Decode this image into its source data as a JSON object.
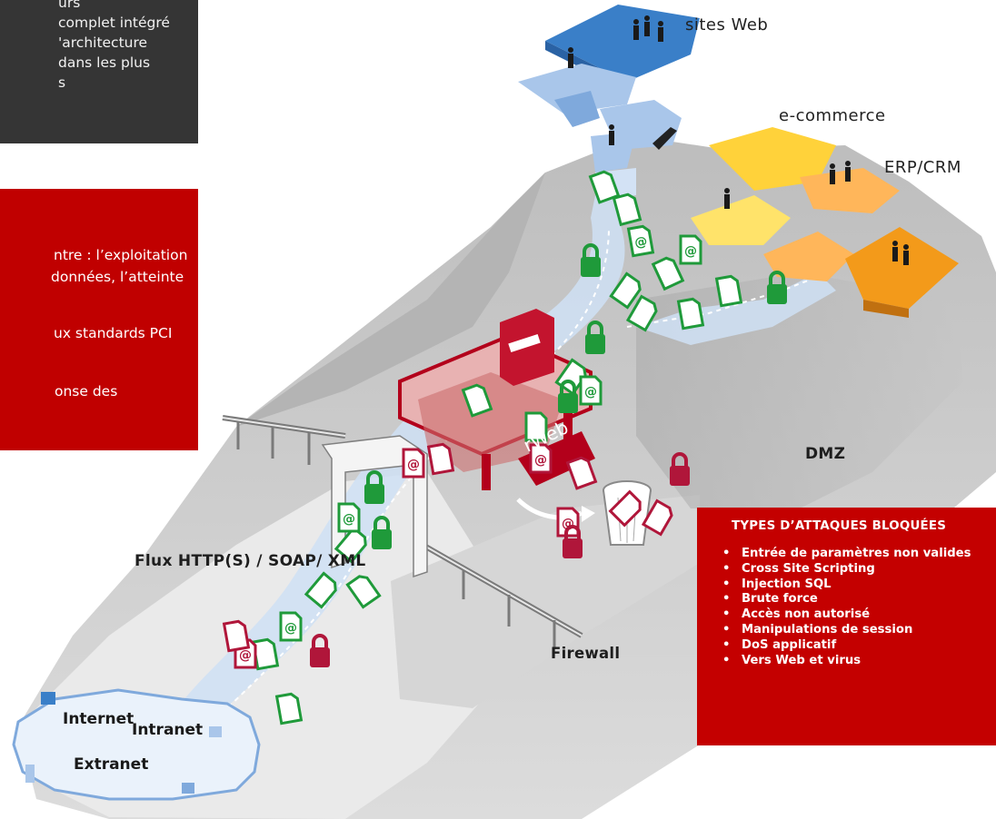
{
  "dark_box": {
    "lines": [
      "urs",
      "complet intégré",
      "'architecture",
      "dans les plus",
      "s"
    ]
  },
  "red_box": {
    "lines": [
      "ntre : l’exploitation",
      "données, l’atteinte",
      "ux standards PCI",
      "onse des"
    ]
  },
  "labels": {
    "sites_web": "sites Web",
    "ecommerce": "e-commerce",
    "erp_crm": "ERP/CRM",
    "dmz": "DMZ",
    "flux": "Flux HTTP(S) / SOAP/ XML",
    "firewall": "Firewall",
    "rweb": "rWeb",
    "internet": "Internet",
    "intranet": "Intranet",
    "extranet": "Extranet"
  },
  "attack_panel": {
    "title": "TYPES D’ATTAQUES BLOQUÉES",
    "items": [
      "Entrée de paramètres non valides",
      "Cross Site Scripting",
      "Injection SQL",
      "Brute force",
      "Accès non autorisé",
      "Manipulations de session",
      "DoS applicatif",
      "Vers Web et virus"
    ]
  },
  "colors": {
    "red": "#c00000",
    "dark_panel": "#353535",
    "green": "#1f9a3a",
    "crimson": "#b0163a",
    "blue": "#3a7fc8",
    "light_blue": "#a9c6ea",
    "yellow": "#ffd23a",
    "orange": "#f39a1a",
    "gray_terrain": "#c8c8c8"
  }
}
